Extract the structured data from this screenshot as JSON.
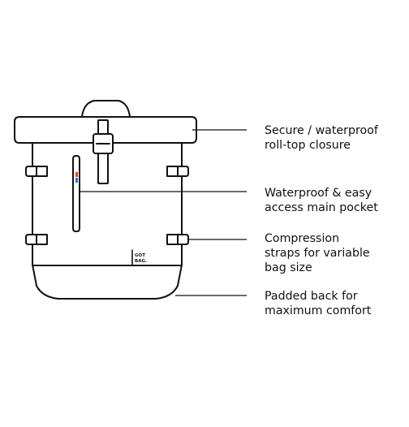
{
  "features": [
    {
      "line1": "Secure / waterproof",
      "line2": "roll-top closure"
    },
    {
      "line1": "Waterproof & easy",
      "line2": "access main pocket"
    },
    {
      "line1": "Compression",
      "line2": "straps for variable",
      "line3": "bag size"
    },
    {
      "line1": "Padded back for",
      "line2": "maximum comfort"
    }
  ],
  "logo": {
    "line1": "GOT",
    "line2": "BAG."
  },
  "colors": {
    "outline": "#111111",
    "background": "#ffffff",
    "zipper_pull_red": "#e8412c",
    "zipper_pull_blue": "#2f6fd6"
  }
}
